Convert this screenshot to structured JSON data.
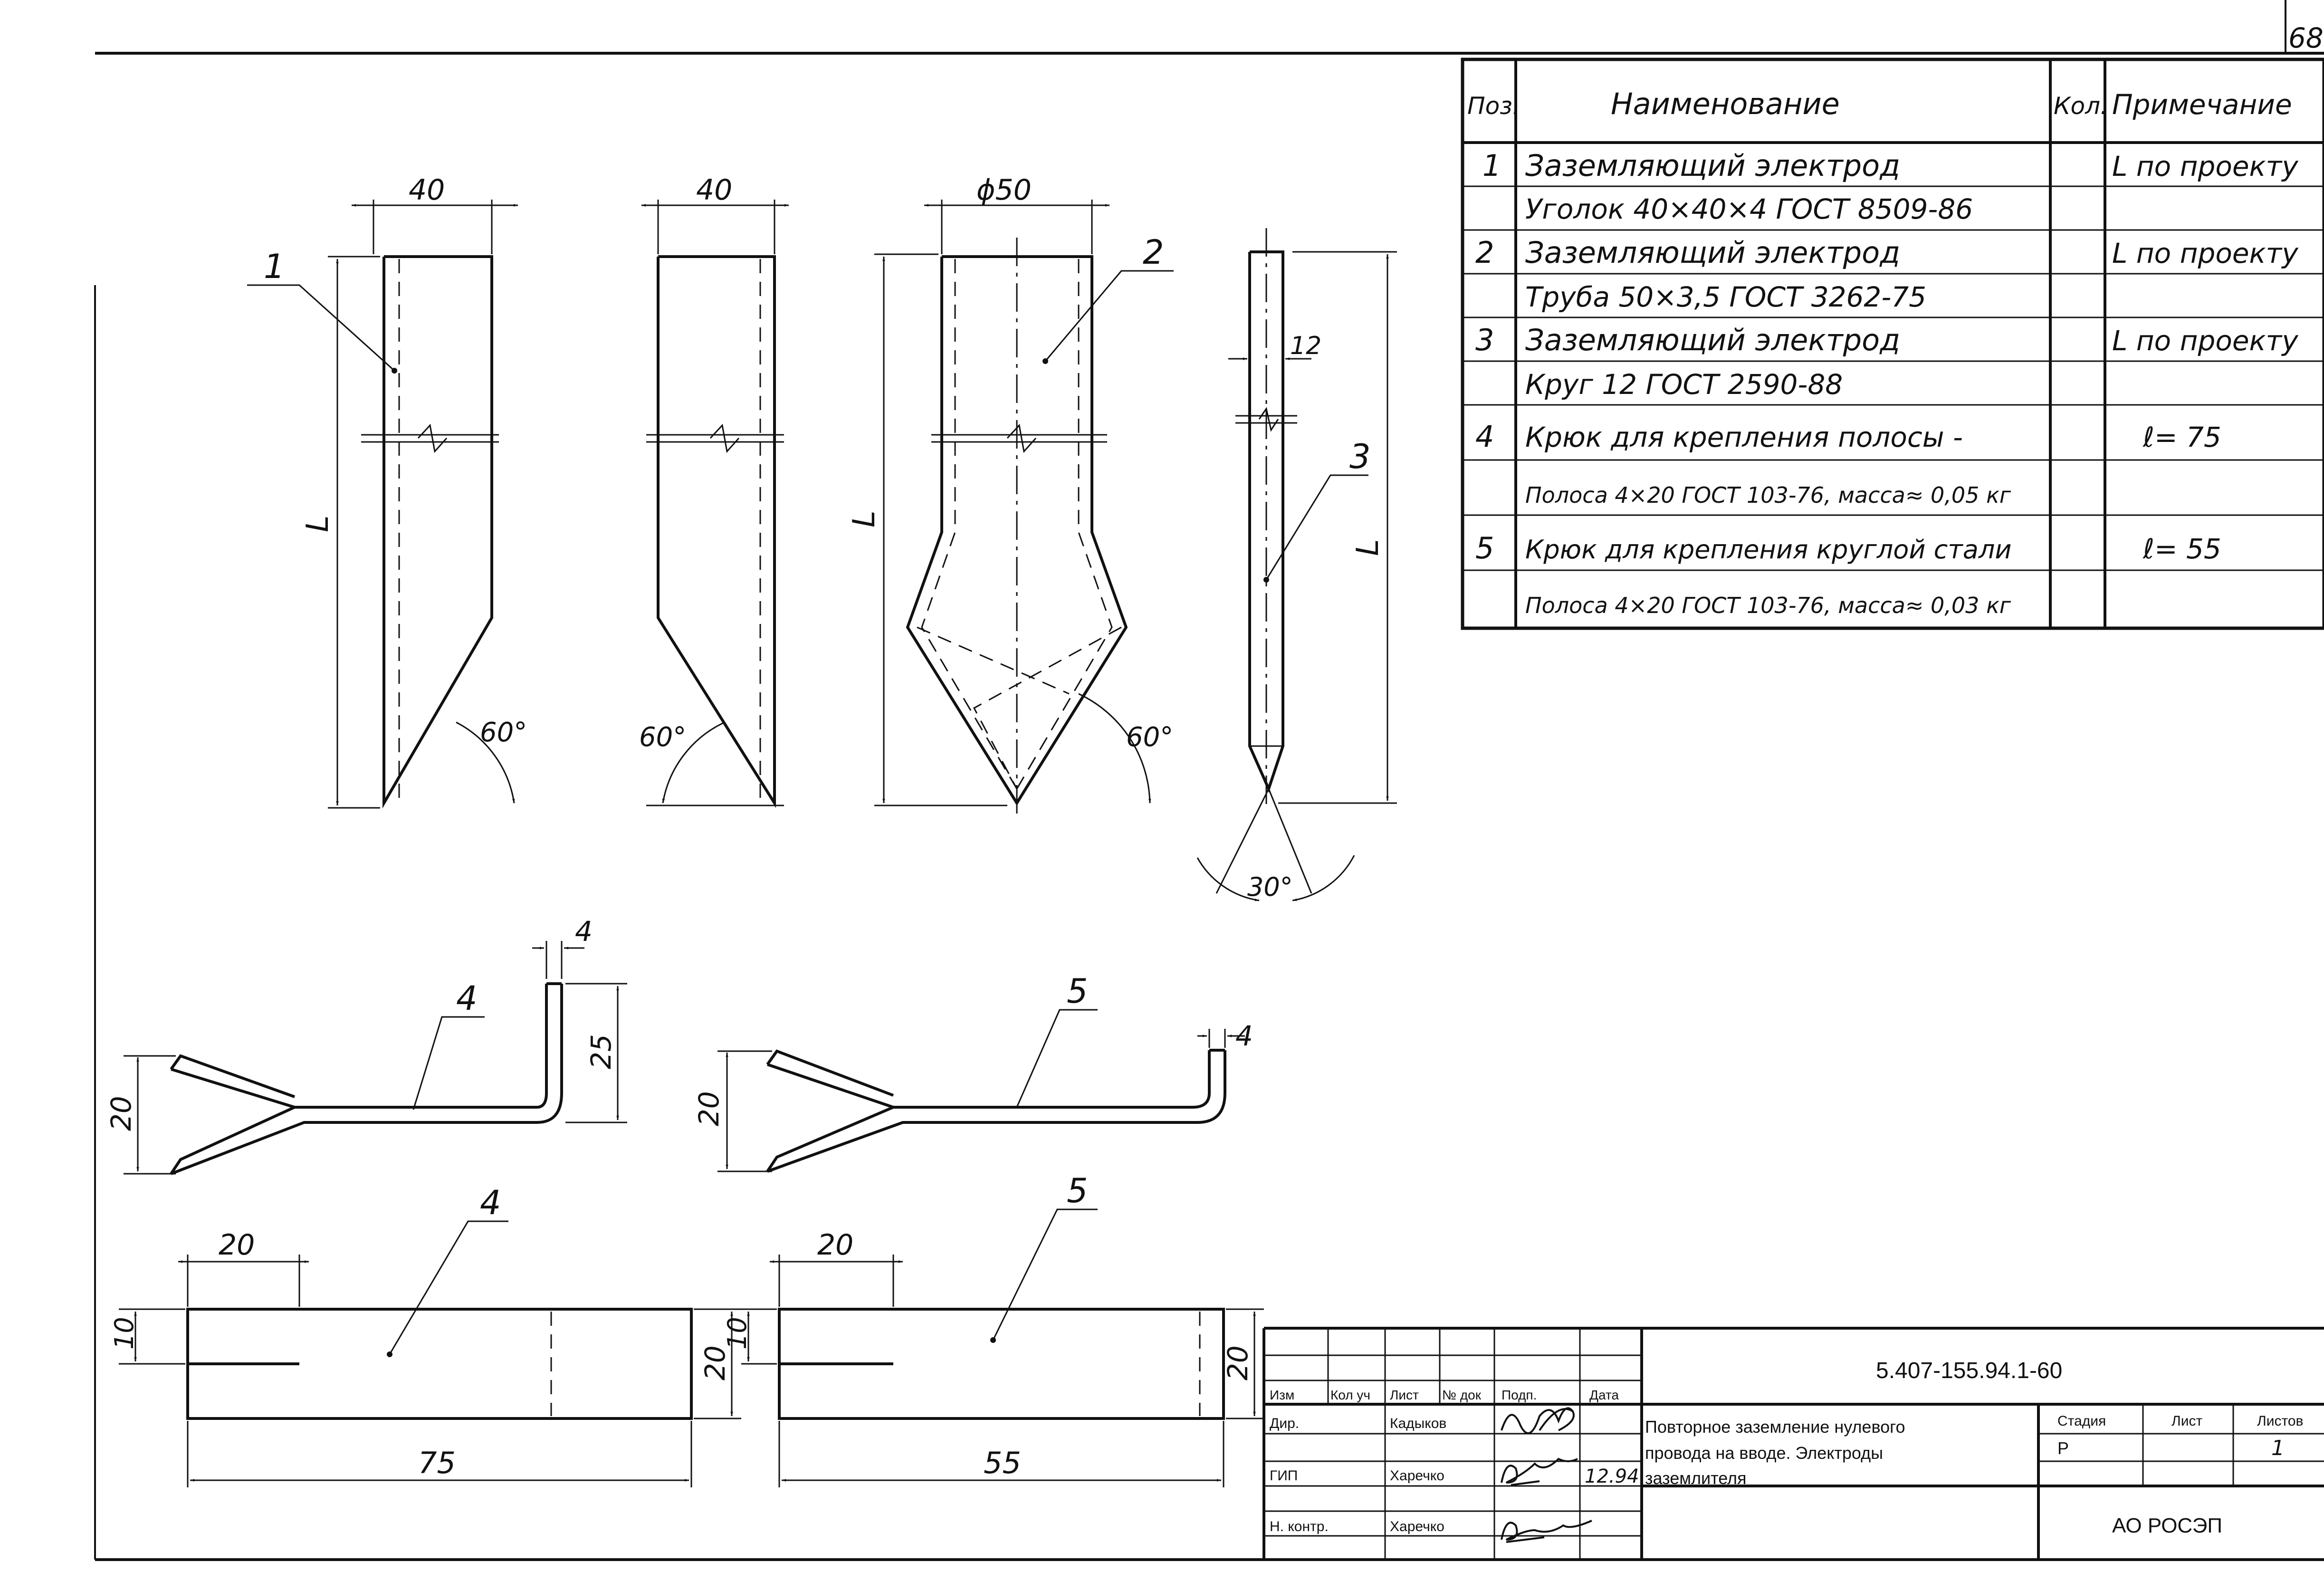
{
  "sheet_number": "68",
  "spec_table": {
    "headers": {
      "pos": "Поз.",
      "name": "Наименование",
      "qty": "Кол.",
      "note": "Примечание"
    },
    "rows": [
      {
        "pos": "1",
        "name": "Заземляющий   электрод",
        "note": "L по проекту"
      },
      {
        "pos": "",
        "name": "Уголок 40×40×4 ГОСТ 8509-86",
        "note": ""
      },
      {
        "pos": "2",
        "name": "Заземляющий   электрод",
        "note": "L по проекту"
      },
      {
        "pos": "",
        "name": "Труба  50×3,5 ГОСТ 3262-75",
        "note": ""
      },
      {
        "pos": "3",
        "name": "Заземляющий  электрод",
        "note": "L по проекту"
      },
      {
        "pos": "",
        "name": "Круг 12 ГОСТ  2590-88",
        "note": ""
      },
      {
        "pos": "4",
        "name": "Крюк для крепления   полосы -",
        "note": "ℓ= 75"
      },
      {
        "pos": "",
        "name": "Полоса 4×20 ГОСТ 103-76, масса≈ 0,05 кг",
        "note": ""
      },
      {
        "pos": "5",
        "name": "Крюк для крепления круглой стали",
        "note": "ℓ= 55"
      },
      {
        "pos": "",
        "name": "Полоса 4×20 ГОСТ 103-76, масса≈ 0,03 кг",
        "note": ""
      }
    ]
  },
  "drawing_labels": {
    "dim_40_a": "40",
    "dim_40_b": "40",
    "dim_d50": "ϕ50",
    "dim_12": "12",
    "dim_L_1": "L",
    "dim_L_2": "L",
    "dim_L_3": "L",
    "angle_60_1": "60°",
    "angle_60_2": "60°",
    "angle_60_3": "60°",
    "angle_30": "30°",
    "pos_1": "1",
    "pos_2": "2",
    "pos_3": "3",
    "hook4_pos": "4",
    "hook4_dim_20": "20",
    "hook4_dim_25": "25",
    "hook4_dim_4": "4",
    "hook5_pos": "5",
    "hook5_dim_20": "20",
    "hook5_dim_4": "4",
    "strip4_pos": "4",
    "strip4_dim_20_top": "20",
    "strip4_dim_10": "10",
    "strip4_dim_20_side": "20",
    "strip4_dim_75": "75",
    "strip5_pos": "5",
    "strip5_dim_20_top": "20",
    "strip5_dim_10": "10",
    "strip5_dim_20_side": "20",
    "strip5_dim_55": "55"
  },
  "title_block": {
    "doc_code": "5.407-155.94.1-60",
    "col_izm": "Изм",
    "col_kol_uch": "Кол уч",
    "col_list": "Лист",
    "col_n_dok": "№ док",
    "col_podp": "Подп.",
    "col_data": "Дата",
    "role_dir": "Дир.",
    "role_gip": "ГИП",
    "role_nkontr": "Н. контр.",
    "name_dir": "Кадыков",
    "name_gip": "Харечко",
    "name_nkontr": "Харечко",
    "date_gip": "12.94",
    "title_line1": "Повторное заземление нулевого",
    "title_line2": "провода на вводе. Электроды",
    "title_line3": "заземлителя",
    "stage_label": "Стадия",
    "sheet_label": "Лист",
    "sheets_label": "Листов",
    "stage_value": "Р",
    "sheets_value": "1",
    "organization": "АО РОСЭП"
  }
}
